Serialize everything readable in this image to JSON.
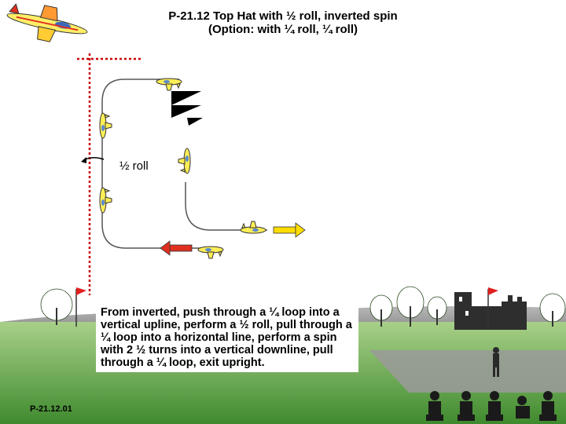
{
  "title": {
    "line1": "P-21.12 Top Hat with ½ roll, inverted spin",
    "line2": "(Option: with ¼ roll, ¼ roll)"
  },
  "figure": {
    "roll_label": "½ roll"
  },
  "description": "From inverted, push through a ¼ loop into a vertical upline, perform a ½ roll, pull through a ¼ loop into a horizontal line, perform a spin with 2 ½ turns into a vertical downline, pull through a ¼ loop, exit upright.",
  "footer": {
    "code": "P-21.12.01"
  },
  "colors": {
    "sky": "#ffffff",
    "grass": "#6aa84f",
    "flight_path": "#555555",
    "box_line": "#cc0000",
    "entry_arrow": "#e03020",
    "exit_arrow": "#ffdd00"
  }
}
